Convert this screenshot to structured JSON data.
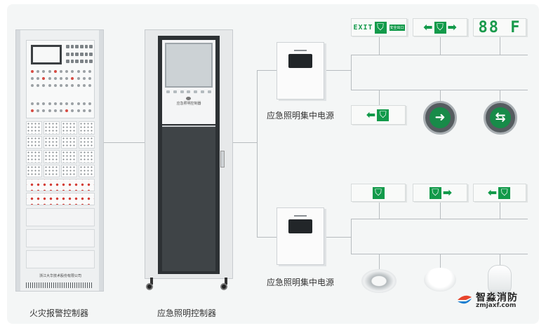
{
  "devices": {
    "fire_alarm_controller": {
      "label": "火灾报警控制器",
      "nameplate": "浙江大华技术股份有限公司"
    },
    "emergency_lighting_controller": {
      "label": "应急照明控制器",
      "cabinet_label": "应急照明控制器"
    },
    "power_supply_upper": {
      "label": "应急照明集中电源"
    },
    "power_supply_lower": {
      "label": "应急照明集中电源"
    }
  },
  "signs": {
    "exit_sign_text": "EXIT",
    "exit_sign_cn": "安全出口",
    "floor_sign_text": "88 F"
  },
  "watermark": {
    "brand": "智淼消防",
    "url": "zmjaxf.com"
  },
  "colors": {
    "sign_green": "#129a4a",
    "wire": "#b7bcbf",
    "background": "#f4f6f6"
  }
}
